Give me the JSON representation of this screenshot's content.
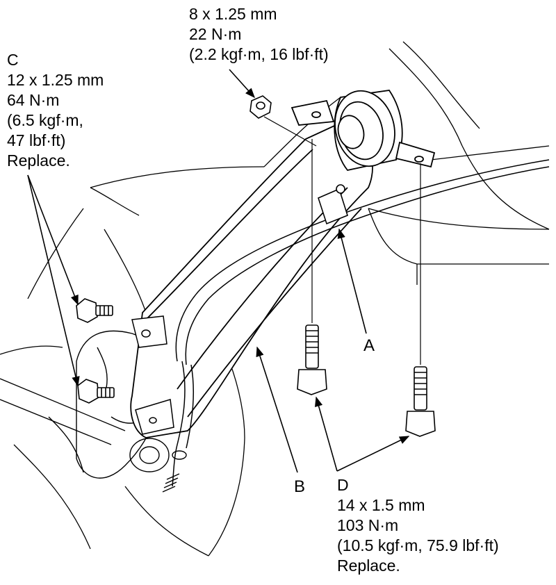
{
  "labels": {
    "A": "A",
    "B": "B",
    "C": "C",
    "D": "D"
  },
  "callout_top": {
    "line1": "8 x 1.25 mm",
    "line2": "22 N·m",
    "line3": "(2.2 kgf·m, 16 lbf·ft)"
  },
  "callout_c": {
    "line1": "12 x 1.25 mm",
    "line2": "64 N·m",
    "line3": "(6.5 kgf·m,",
    "line4": "47 lbf·ft)",
    "line5": "Replace."
  },
  "callout_d": {
    "line1": "14 x 1.5 mm",
    "line2": "103 N·m",
    "line3": "(10.5 kgf·m, 75.9 lbf·ft)",
    "line4": "Replace."
  },
  "colors": {
    "ink": "#000000",
    "paper": "#ffffff"
  }
}
